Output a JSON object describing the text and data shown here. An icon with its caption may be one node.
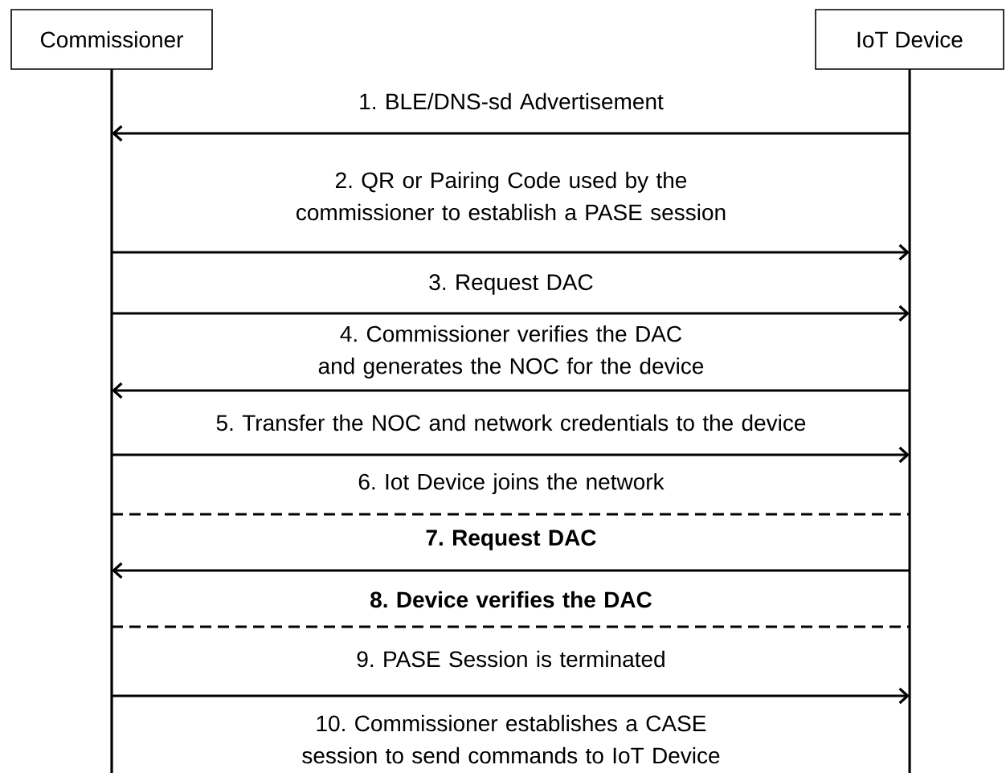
{
  "diagram": {
    "nodes": [
      {
        "text": [
          "Commissioner"
        ]
      },
      {
        "text": [
          "IoT Device"
        ]
      }
    ],
    "edges": [
      {
        "from": 1,
        "to": 0,
        "arrow": "to",
        "label": "1. BLE/DNS-sd Advertisement"
      },
      {
        "from": 0,
        "to": 1,
        "arrow": "to",
        "label": "2. QR or Pairing Code used by the commissioner to establish a PASE session"
      },
      {
        "from": 0,
        "to": 1,
        "arrow": "to",
        "label": "3. Request DAC"
      },
      {
        "from": 1,
        "to": 0,
        "arrow": "to",
        "label": "4. Commissioner verifies the DAC and generates the NOC for the device"
      },
      {
        "from": 0,
        "to": 1,
        "arrow": "to",
        "label": "5. Transfer the NOC and network credentials to the device"
      },
      {
        "from": 0,
        "to": 1,
        "arrow": "none",
        "style": "dashed",
        "label": "6. Iot Device joins the network"
      },
      {
        "from": 1,
        "to": 0,
        "arrow": "to",
        "label": "7. Request DAC"
      },
      {
        "from": 0,
        "to": 1,
        "arrow": "none",
        "style": "dashed",
        "label": "8. Device verifies the DAC"
      },
      {
        "from": 0,
        "to": 1,
        "arrow": "to",
        "label": "9. PASE Session is terminated"
      }
    ],
    "labels": [
      "10. Commissioner establishes a CASE session to send commands to IoT Device"
    ]
  }
}
